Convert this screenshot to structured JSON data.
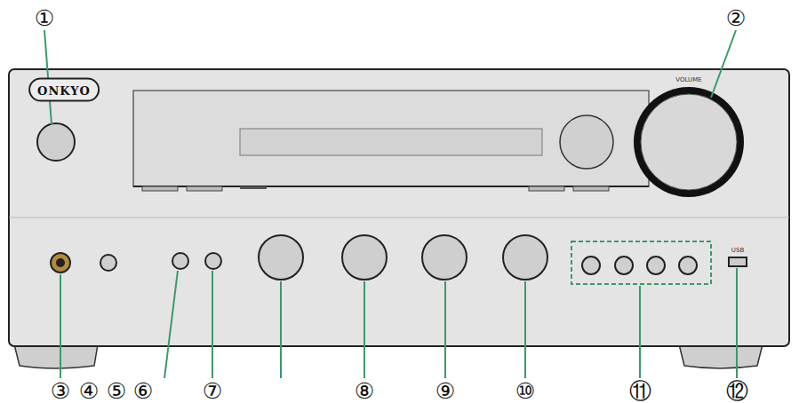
{
  "diagram": {
    "nodes": [
      {
        "text": [
          "ONKYO"
        ]
      }
    ],
    "labels": [
      "①",
      "②",
      "③",
      "④",
      "⑤",
      "⑥",
      "⑦",
      "⑧",
      "⑨",
      "⑩",
      "⑪",
      "⑫",
      "VOLUME",
      "USB"
    ]
  }
}
